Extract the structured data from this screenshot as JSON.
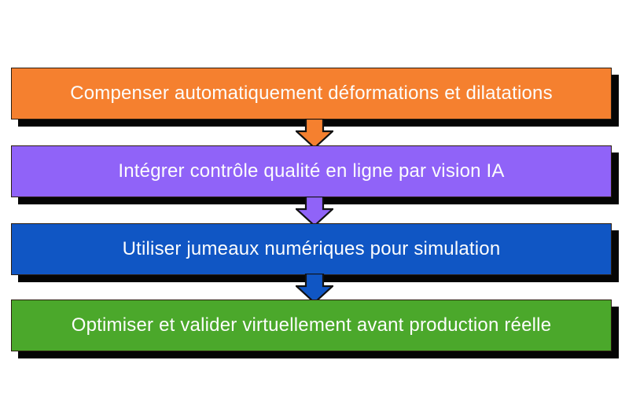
{
  "diagram": {
    "type": "vertical-flowchart",
    "background_color": "#ffffff",
    "shadow_color": "#050505",
    "text_color": "#fdfdfd",
    "border_color": "#2b1d10",
    "steps": [
      {
        "id": "step-1",
        "label": "Compenser automatiquement déformations et dilatations",
        "color": "#F5802F",
        "color_name": "orange"
      },
      {
        "id": "step-2",
        "label": "Intégrer contrôle qualité en ligne par vision IA",
        "color": "#9063F8",
        "color_name": "purple"
      },
      {
        "id": "step-3",
        "label": "Utiliser jumeaux numériques pour simulation",
        "color": "#1056C4",
        "color_name": "blue"
      },
      {
        "id": "step-4",
        "label": "Optimiser et valider virtuellement avant production réelle",
        "color": "#4BA82B",
        "color_name": "green"
      }
    ],
    "connectors": [
      {
        "id": "arrow-1",
        "from": "step-1",
        "to": "step-2",
        "color": "#F5802F",
        "icon": "arrow-down-icon"
      },
      {
        "id": "arrow-2",
        "from": "step-2",
        "to": "step-3",
        "color": "#9063F8",
        "icon": "arrow-down-icon"
      },
      {
        "id": "arrow-3",
        "from": "step-3",
        "to": "step-4",
        "color": "#1056C4",
        "icon": "arrow-down-icon"
      }
    ]
  }
}
